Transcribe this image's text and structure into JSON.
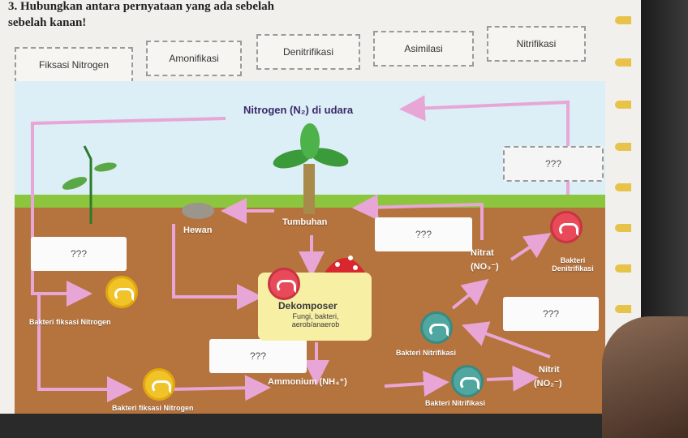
{
  "question": {
    "line1": "3. Hubungkan antara pernyataan yang ada sebelah",
    "line2": "sebelah kanan!"
  },
  "choices": [
    "Fiksasi Nitrogen",
    "Amonifikasi",
    "Denitrifikasi",
    "Asimilasi",
    "Nitrifikasi"
  ],
  "diagram": {
    "air_label": "Nitrogen (N₂) di udara",
    "unknown": "???",
    "hewan": "Hewan",
    "tumbuhan": "Tumbuhan",
    "nitrat": "Nitrat",
    "nitrat_formula": "(NO₃⁻)",
    "bakteri_denitrifikasi": "Bakteri Denitrifikasi",
    "dekomposer_title": "Dekomposer",
    "dekomposer_sub": "Fungi, bakteri, aerob/anaerob",
    "bakteri_fiksasi": "Bakteri fiksasi Nitrogen",
    "bakteri_nitrifikasi": "Bakteri Nitrifikasi",
    "ammonium": "Ammonium (NH₄⁺)",
    "nitrit": "Nitrit",
    "nitrit_formula": "(NO₂⁻)",
    "bakteri_fiksasi_bottom": "Bakteri fiksasi Nitrogen",
    "bakteri_nitrifikasi_bottom": "Bakteri Nitrifikasi"
  },
  "colors": {
    "arrow": "#e8a6d6",
    "soil": "#b5733d",
    "sky": "#dceef6",
    "grass": "#8cc63f"
  }
}
